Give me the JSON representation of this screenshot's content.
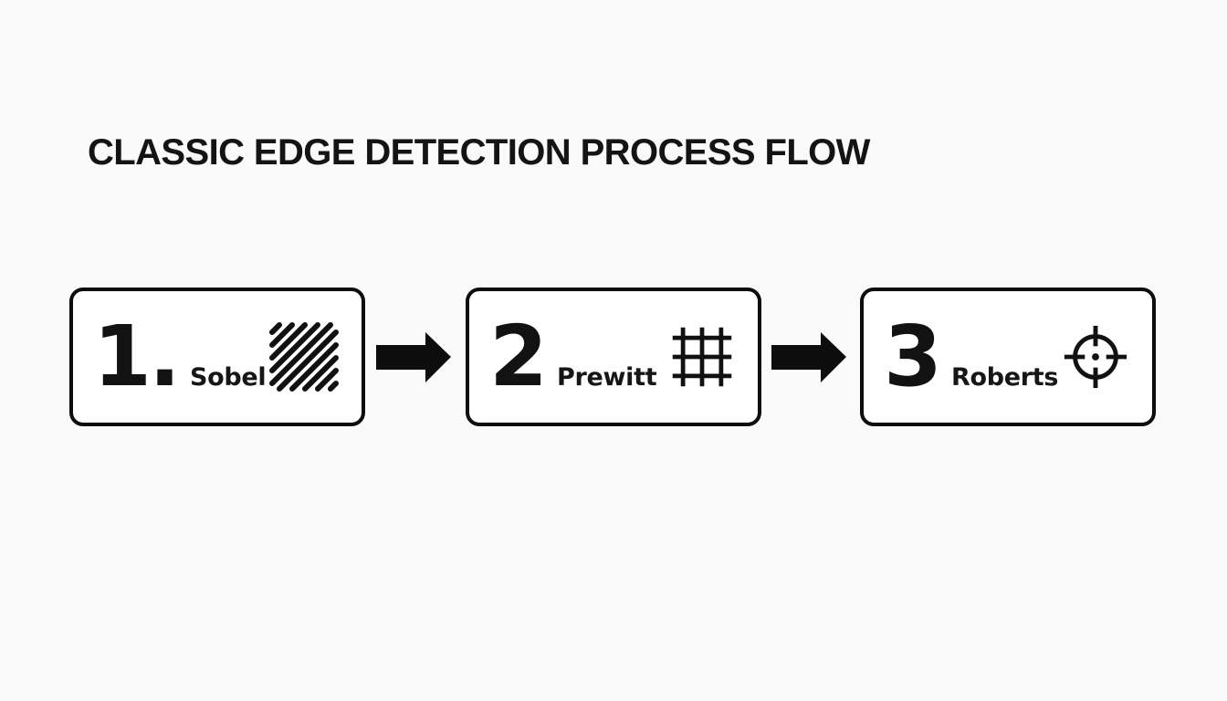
{
  "page": {
    "background_color": "#fafafa",
    "ink_color": "#111111",
    "box_fill_color": "#ffffff"
  },
  "title": "CLASSIC EDGE DETECTION PROCESS FLOW",
  "flow": {
    "steps": [
      {
        "number": "1.",
        "label": "Sobel",
        "icon": "diagonal-stripes-icon"
      },
      {
        "number": "2",
        "label": "Prewitt",
        "icon": "grid-icon"
      },
      {
        "number": "3",
        "label": "Roberts",
        "icon": "crosshair-icon"
      }
    ],
    "connectors": [
      "arrow-right-icon",
      "arrow-right-icon"
    ]
  }
}
